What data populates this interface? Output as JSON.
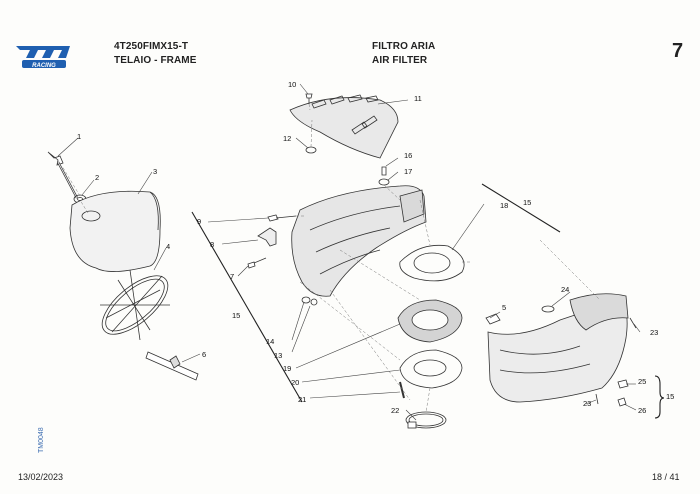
{
  "header": {
    "logo_text": "tm",
    "logo_sub": "RACING",
    "model_code": "4T250FIMX15-T",
    "section_it": "TELAIO - FRAME",
    "group_it": "FILTRO ARIA",
    "group_en": "AIR FILTER",
    "page_number": "7"
  },
  "footer": {
    "date": "13/02/2023",
    "page": "18 / 41",
    "doc_code": "TM0048"
  },
  "callouts": {
    "c1": "1",
    "c2": "2",
    "c3": "3",
    "c4": "4",
    "c5": "5",
    "c6": "6",
    "c7": "7",
    "c8": "8",
    "c9": "9",
    "c10": "10",
    "c11": "11",
    "c12": "12",
    "c13": "13",
    "c14": "14",
    "c15a": "15",
    "c15b": "15",
    "c15c": "15",
    "c16": "16",
    "c17": "17",
    "c18": "18",
    "c19": "19",
    "c20": "20",
    "c21": "21",
    "c22": "22",
    "c23a": "23",
    "c23b": "23",
    "c24": "24",
    "c25": "25",
    "c26": "26"
  },
  "colors": {
    "logo_blue": "#1f5fb0",
    "ink": "#222222",
    "code_blue": "#3f6fb2"
  }
}
